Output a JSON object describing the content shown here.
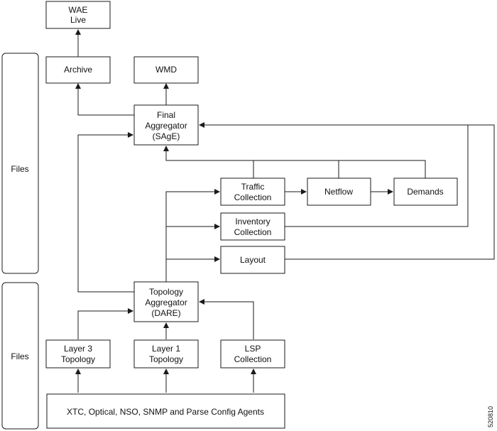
{
  "side_panels": {
    "upper": "Files",
    "lower": "Files"
  },
  "boxes": {
    "wae_live": [
      "WAE",
      "Live"
    ],
    "archive": [
      "Archive"
    ],
    "wmd": [
      "WMD"
    ],
    "final_aggregator": [
      "Final",
      "Aggregator",
      "(SAgE)"
    ],
    "traffic_collection": [
      "Traffic",
      "Collection"
    ],
    "netflow": [
      "Netflow"
    ],
    "demands": [
      "Demands"
    ],
    "inventory_collection": [
      "Inventory",
      "Collection"
    ],
    "layout": [
      "Layout"
    ],
    "topology_aggregator": [
      "Topology",
      "Aggregator",
      "(DARE)"
    ],
    "layer3_topology": [
      "Layer 3",
      "Topology"
    ],
    "layer1_topology": [
      "Layer 1",
      "Topology"
    ],
    "lsp_collection": [
      "LSP",
      "Collection"
    ],
    "agents": [
      "XTC, Optical, NSO, SNMP and Parse Config Agents"
    ]
  },
  "document_id": "520810"
}
